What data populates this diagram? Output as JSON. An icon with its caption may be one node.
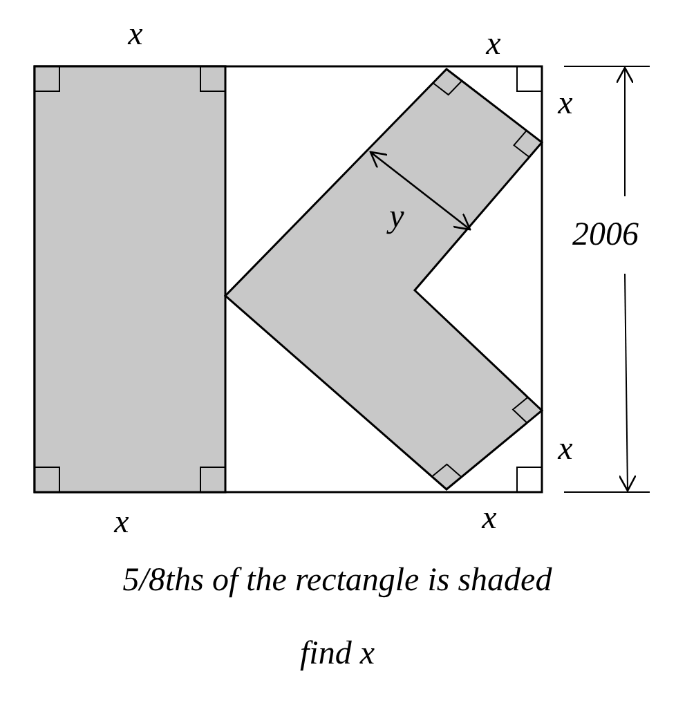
{
  "diagram": {
    "labels": [
      "x",
      "x",
      "x",
      "2006",
      "y",
      "x",
      "x",
      "x",
      "5/8ths of the rectangle is shaded",
      "find x"
    ]
  }
}
